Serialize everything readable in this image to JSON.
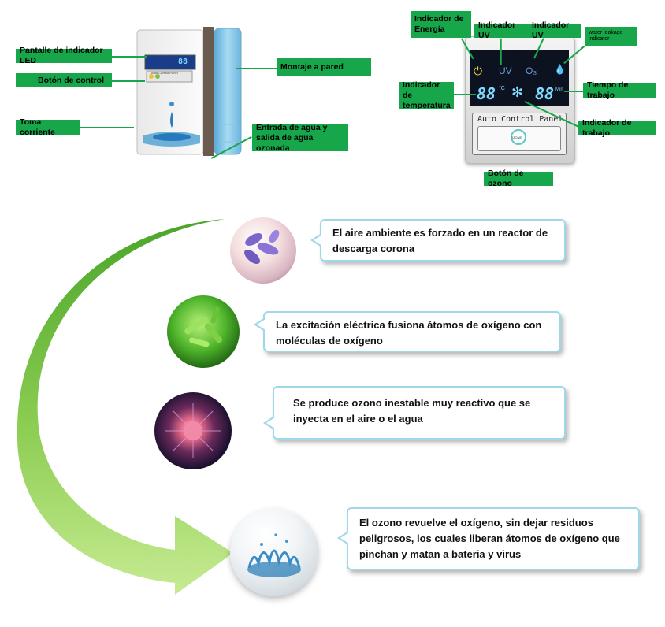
{
  "device_labels": {
    "led_display": "Pantalle de indicador LED",
    "control_button": "Botón de control",
    "power_outlet": "Toma corriente",
    "wall_mount": "Montaje a pared",
    "water_io": "Entrada de agua y salida de agua ozonada"
  },
  "panel_labels": {
    "energy": "Indicador de Energía",
    "uv1": "Indicador UV",
    "uv2": "Indicador UV",
    "water_leakage": "water leakage indicator",
    "temperature": "Indicador de temperatura",
    "work_time": "Tiempo de trabajo",
    "work_indicator": "Indicador de trabajo",
    "ozone_button": "Botón de ozono"
  },
  "panel_display": {
    "uv_text": "UV",
    "o3_text": "O₃",
    "temp_digits": "88",
    "temp_unit": "°C",
    "time_digits": "88",
    "time_unit": "Min",
    "title": "Auto Control Panel",
    "button_text": "OZONE"
  },
  "device_display": {
    "top_digits": "88",
    "caption": "Auto Control Panel"
  },
  "process_steps": [
    {
      "text": "El aire ambiente es forzado en un reactor de descarga corona"
    },
    {
      "text": "La excitación eléctrica fusiona átomos de oxígeno con moléculas de oxígeno"
    },
    {
      "text": "Se produce ozono inestable muy reactivo que se inyecta en el aire o el agua"
    },
    {
      "text": "El ozono revuelve el oxígeno, sin dejar residuos peligrosos, los cuales liberan átomos de oxígeno que pinchan y matan a bateria y virus"
    }
  ],
  "colors": {
    "label_green": "#17a64a",
    "arrow_green_dark": "#5cb82e",
    "arrow_green_light": "#b6e27e",
    "bubble_border": "#9fd8ea"
  }
}
